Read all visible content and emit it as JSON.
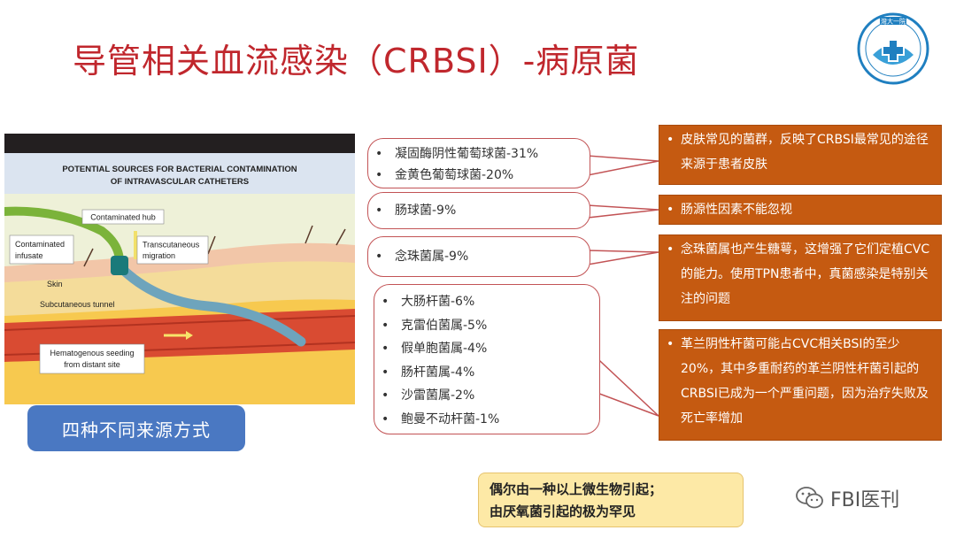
{
  "title": "导管相关血流感染（CRBSI）-病原菌",
  "logo": {
    "text": "灣大一院"
  },
  "illustration": {
    "heading_line1": "POTENTIAL SOURCES FOR BACTERIAL CONTAMINATION",
    "heading_line2": "OF INTRAVASCULAR CATHETERS",
    "label_hub": "Contaminated hub",
    "label_infusate_1": "Contaminated",
    "label_infusate_2": "infusate",
    "label_transcutaneous_1": "Transcutaneous",
    "label_transcutaneous_2": "migration",
    "label_skin": "Skin",
    "label_tunnel": "Subcutaneous tunnel",
    "label_hematogenous_1": "Hematogenous seeding",
    "label_hematogenous_2": "from distant site"
  },
  "method_button": "四种不同来源方式",
  "pathogen_groups": [
    {
      "items": [
        "凝固酶阴性葡萄球菌-31%",
        "金黄色葡萄球菌-20%"
      ]
    },
    {
      "items": [
        "肠球菌-9%"
      ]
    },
    {
      "items": [
        "念珠菌属-9%"
      ]
    },
    {
      "items": [
        "大肠杆菌-6%",
        "克雷伯菌属-5%",
        "假单胞菌属-4%",
        "肠杆菌属-4%",
        "沙雷菌属-2%",
        "鲍曼不动杆菌-1%"
      ]
    }
  ],
  "notes": [
    {
      "text": "皮肤常见的菌群，反映了CRBSI最常见的途径来源于患者皮肤"
    },
    {
      "text": "肠源性因素不能忽视"
    },
    {
      "text": "念珠菌属也产生糖萼，这增强了它们定植CVC的能力。使用TPN患者中，真菌感染是特别关注的问题"
    },
    {
      "text": "革兰阴性杆菌可能占CVC相关BSI的至少20%，其中多重耐药的革兰阴性杆菌引起的CRBSI已成为一个严重问题，因为治疗失败及死亡率增加"
    }
  ],
  "footnote": {
    "line1": "偶尔由一种以上微生物引起；",
    "line2": "由厌氧菌引起的极为罕见"
  },
  "watermark": {
    "text": "FBI医刊",
    "icon": "wechat-icon"
  },
  "colors": {
    "title": "#c0272d",
    "note_bg": "#c55a11",
    "callout_border": "#c25355",
    "button_bg": "#4a78c2",
    "footnote_bg": "#fde9a6"
  }
}
